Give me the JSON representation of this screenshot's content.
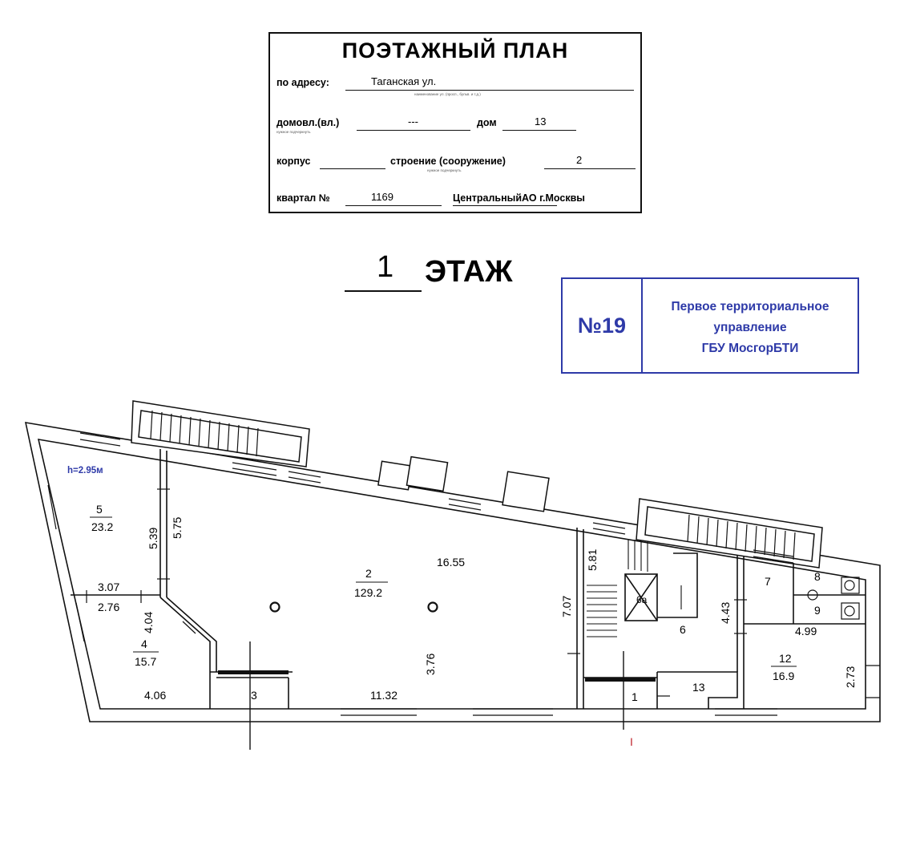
{
  "stamp": {
    "title": "ПОЭТАЖНЫЙ ПЛАН",
    "address_label": "по адресу:",
    "address_value": "Таганская ул.",
    "address_hint": "наименование ул. (просп., бульв. и т.д.)",
    "domovl_label": "домовл.(вл.)",
    "domovl_hint": "нужное подчеркнуть",
    "domovl_value": "---",
    "dom_label": "дом",
    "dom_value": "13",
    "korpus_label": "корпус",
    "stroenie_label": "строение (сооружение)",
    "stroenie_hint": "нужное подчеркнуть",
    "stroenie_value": "2",
    "kvartal_label": "квартал №",
    "kvartal_value": "1169",
    "district": "ЦентральныйАО г.Москвы"
  },
  "floor": {
    "number": "1",
    "label": "ЭТАЖ"
  },
  "bti_stamp": {
    "number": "№19",
    "line1": "Первое территориальное",
    "line2": "управление",
    "line3": "ГБУ МосгорБТИ"
  },
  "plan": {
    "height_note": "h=2.95м",
    "rooms": [
      {
        "id": "5",
        "area": "23.2"
      },
      {
        "id": "2",
        "area": "129.2"
      },
      {
        "id": "4",
        "area": "15.7"
      },
      {
        "id": "12",
        "area": "16.9"
      }
    ],
    "labels": {
      "r3": "3",
      "r1": "1",
      "r13": "13",
      "r6": "6",
      "r7": "7",
      "r8": "8",
      "r9": "9",
      "r6a": "6а",
      "section": "I"
    },
    "dims": {
      "d539": "5.39",
      "d575": "5.75",
      "d307": "3.07",
      "d276": "2.76",
      "d404": "4.04",
      "d406": "4.06",
      "d1655": "16.55",
      "d1132": "11.32",
      "d376": "3.76",
      "d707": "7.07",
      "d581": "5.81",
      "d443": "4.43",
      "d499": "4.99",
      "d273": "2.73"
    }
  }
}
